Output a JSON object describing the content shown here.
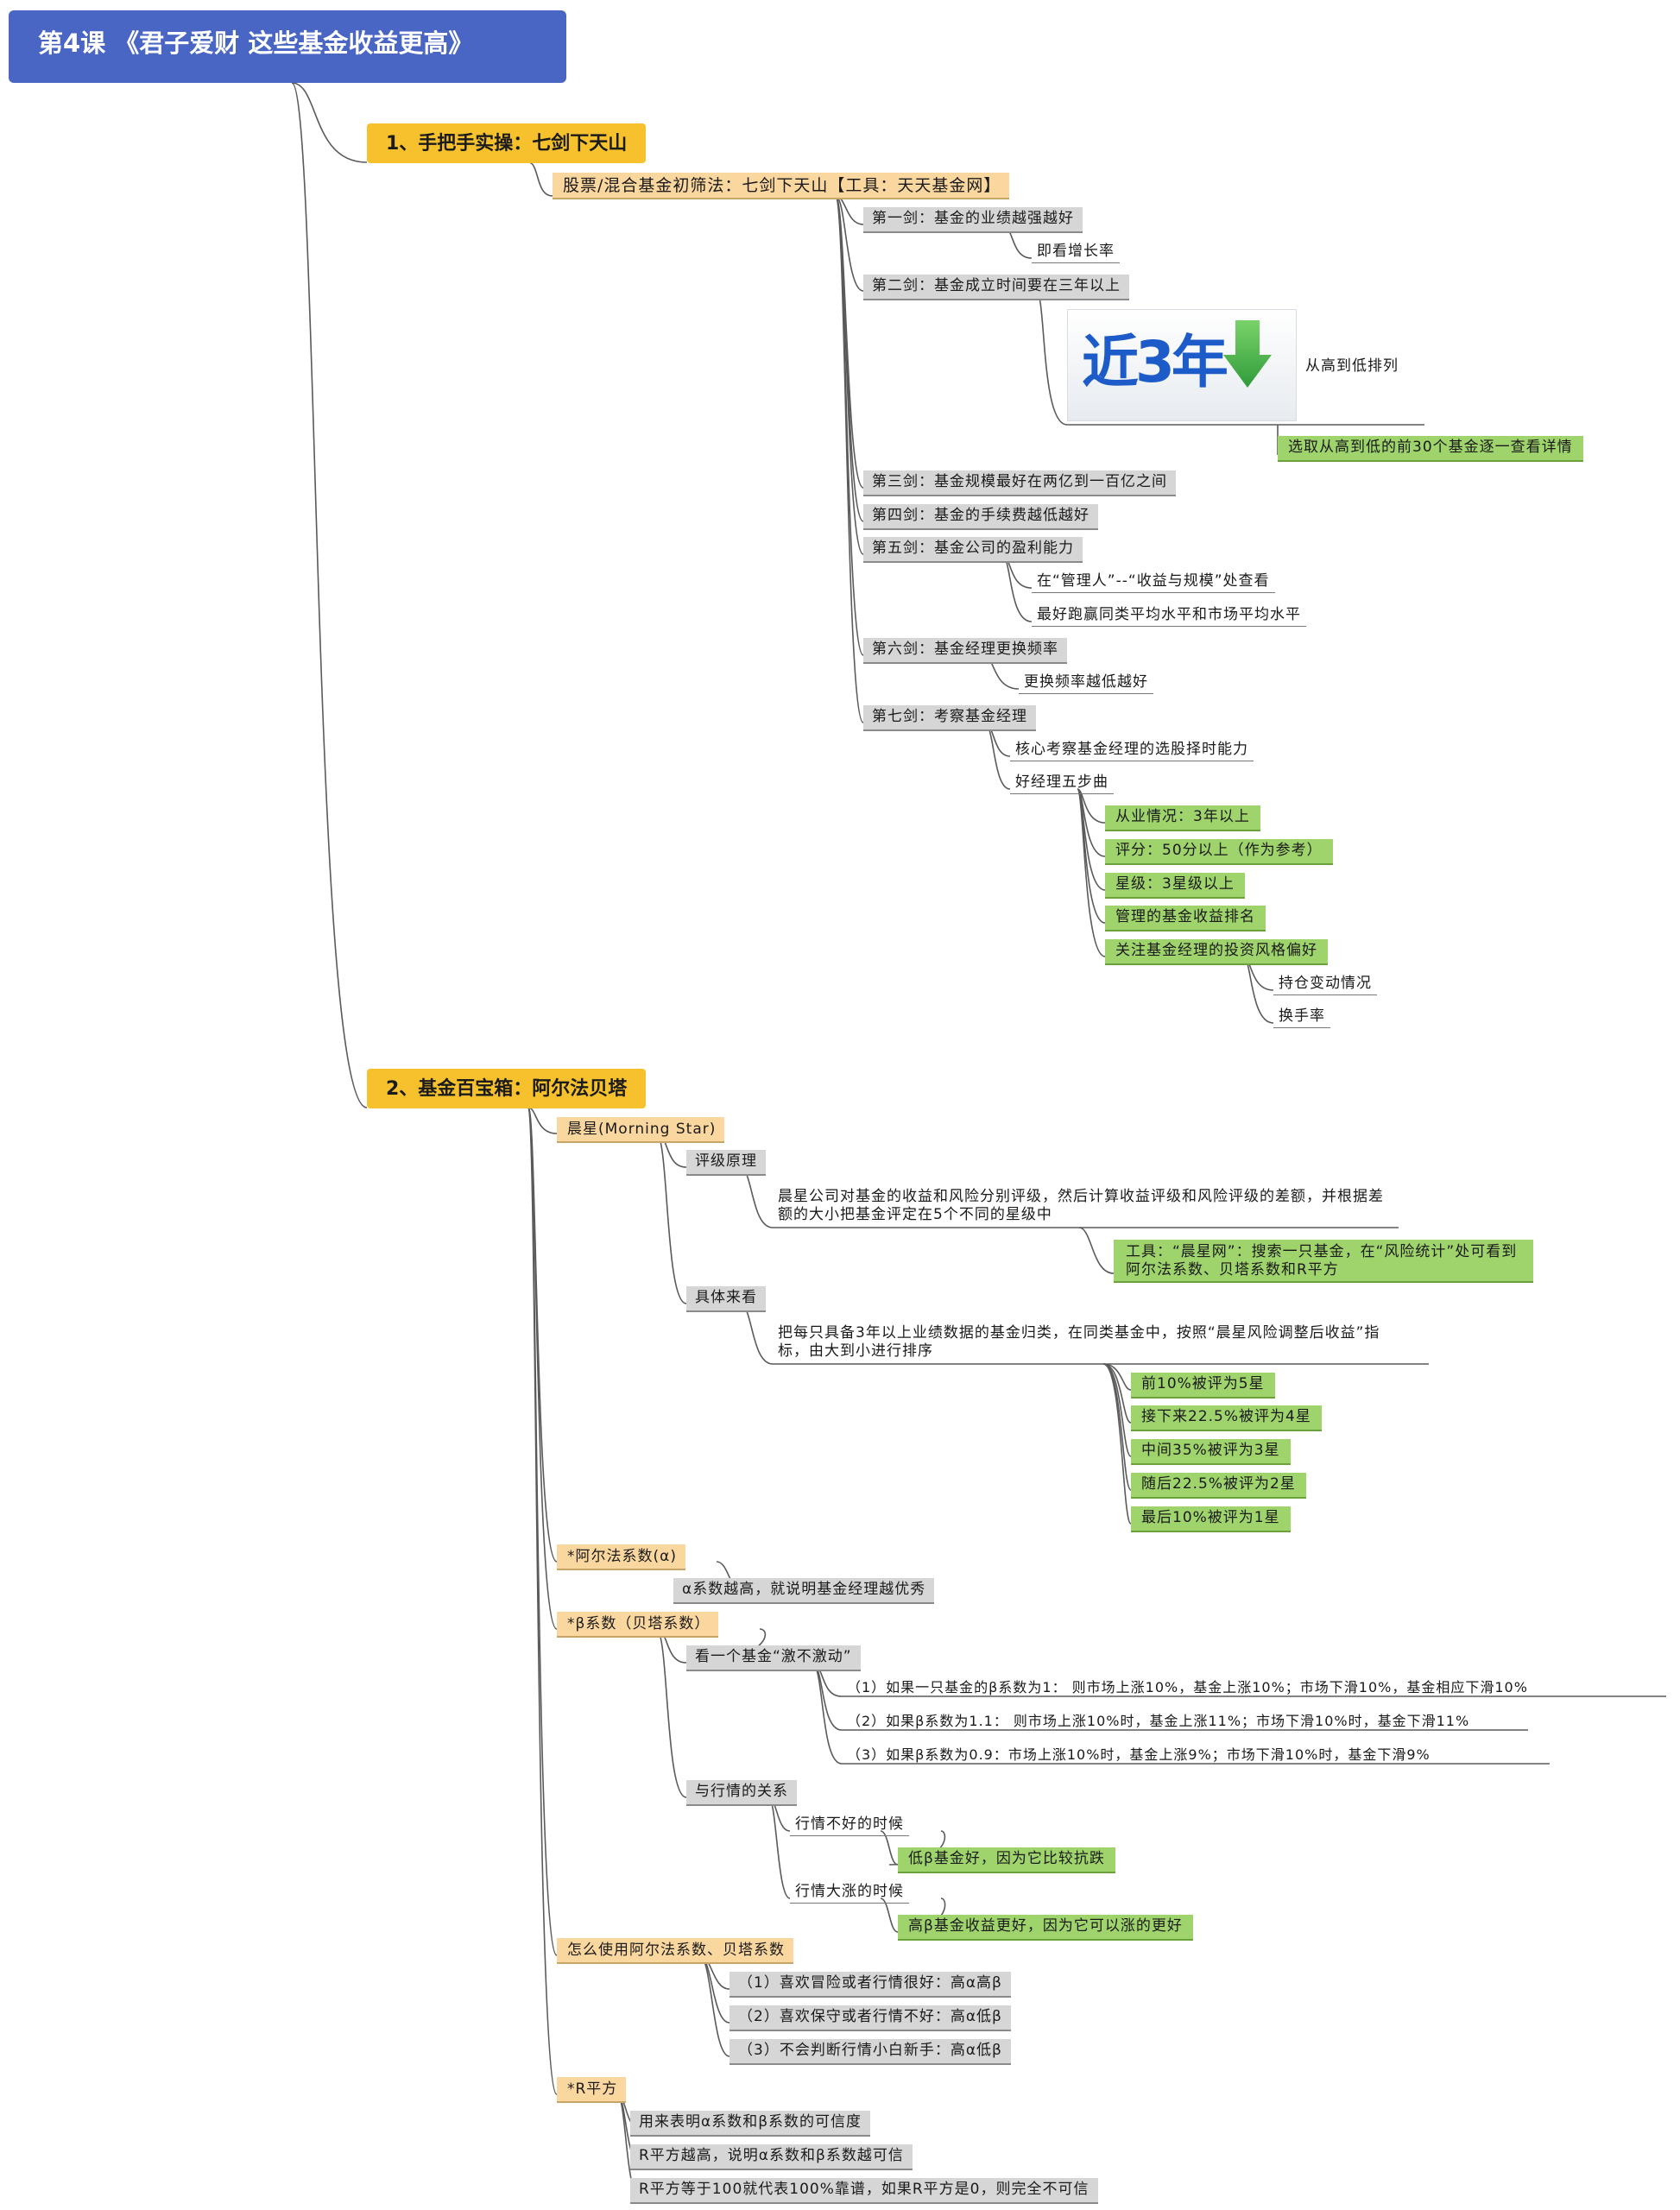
{
  "title": "第4课 《君子爱财 这些基金收益更高》",
  "colors": {
    "title_bg": "#4a66c4",
    "level1": "#f6c12c",
    "level2": "#fbd7a0",
    "gray": "#d6d6d6",
    "green": "#9fd36b"
  },
  "section1": {
    "label": "1、手把手实操：七剑下天山",
    "sub": "股票/混合基金初筛法：七剑下天山【工具：天天基金网】",
    "sword1": "第一剑：基金的业绩越强越好",
    "sword1_note": "即看增长率",
    "sword2": "第二剑：基金成立时间要在三年以上",
    "img_text": "近3年",
    "img_note": "从高到低排列",
    "sword2_green": "选取从高到低的前30个基金逐一查看详情",
    "sword3": "第三剑：基金规模最好在两亿到一百亿之间",
    "sword4": "第四剑：基金的手续费越低越好",
    "sword5": "第五剑：基金公司的盈利能力",
    "sword5_n1": "在“管理人”--“收益与规模”处查看",
    "sword5_n2": "最好跑赢同类平均水平和市场平均水平",
    "sword6": "第六剑：基金经理更换频率",
    "sword6_n1": "更换频率越低越好",
    "sword7": "第七剑：考察基金经理",
    "sword7_n1": "核心考察基金经理的选股择时能力",
    "sword7_n2": "好经理五步曲",
    "steps": [
      "从业情况：3年以上",
      "评分：50分以上（作为参考）",
      "星级：3星级以上",
      "管理的基金收益排名",
      "关注基金经理的投资风格偏好"
    ],
    "style_n1": "持仓变动情况",
    "style_n2": "换手率"
  },
  "section2": {
    "label": "2、基金百宝箱：阿尔法贝塔",
    "ms": "晨星(Morning Star)",
    "ms_rating": "评级原理",
    "ms_rating_text": "晨星公司对基金的收益和风险分别评级，然后计算收益评级和风险评级的差额，并根据差额的大小把基金评定在5个不同的星级中",
    "ms_tool": "工具：“晨星网”：搜索一只基金，在“风险统计”处可看到阿尔法系数、贝塔系数和R平方",
    "ms_detail": "具体来看",
    "ms_detail_text": "把每只具备3年以上业绩数据的基金归类，在同类基金中，按照“晨星风险调整后收益”指标，由大到小进行排序",
    "stars": [
      "前10%被评为5星",
      "接下来22.5%被评为4星",
      "中间35%被评为3星",
      "随后22.5%被评为2星",
      "最后10%被评为1星"
    ],
    "alpha": "*阿尔法系数(α)",
    "alpha_n1": "α系数越高，就说明基金经理越优秀",
    "beta": "*β系数（贝塔系数）",
    "beta_look": "看一个基金“激不激动”",
    "beta_cases": [
      "（1）如果一只基金的β系数为1： 则市场上涨10%，基金上涨10%；市场下滑10%，基金相应下滑10%",
      "（2）如果β系数为1.1： 则市场上涨10%时，基金上涨11%；市场下滑10%时，基金下滑11%",
      "（3）如果β系数为0.9：市场上涨10%时，基金上涨9%；市场下滑10%时，基金下滑9%"
    ],
    "beta_rel": "与行情的关系",
    "bad": "行情不好的时候",
    "bad_green": "低β基金好，因为它比较抗跌",
    "good": "行情大涨的时候",
    "good_green": "高β基金收益更好，因为它可以涨的更好",
    "how": "怎么使用阿尔法系数、贝塔系数",
    "how_items": [
      "（1）喜欢冒险或者行情很好：高α高β",
      "（2）喜欢保守或者行情不好：高α低β",
      "（3）不会判断行情小白新手：高α低β"
    ],
    "r2": "*R平方",
    "r2_items": [
      "用来表明α系数和β系数的可信度",
      "R平方越高，说明α系数和β系数越可信",
      "R平方等于100就代表100%靠谱，如果R平方是0，则完全不可信"
    ]
  }
}
